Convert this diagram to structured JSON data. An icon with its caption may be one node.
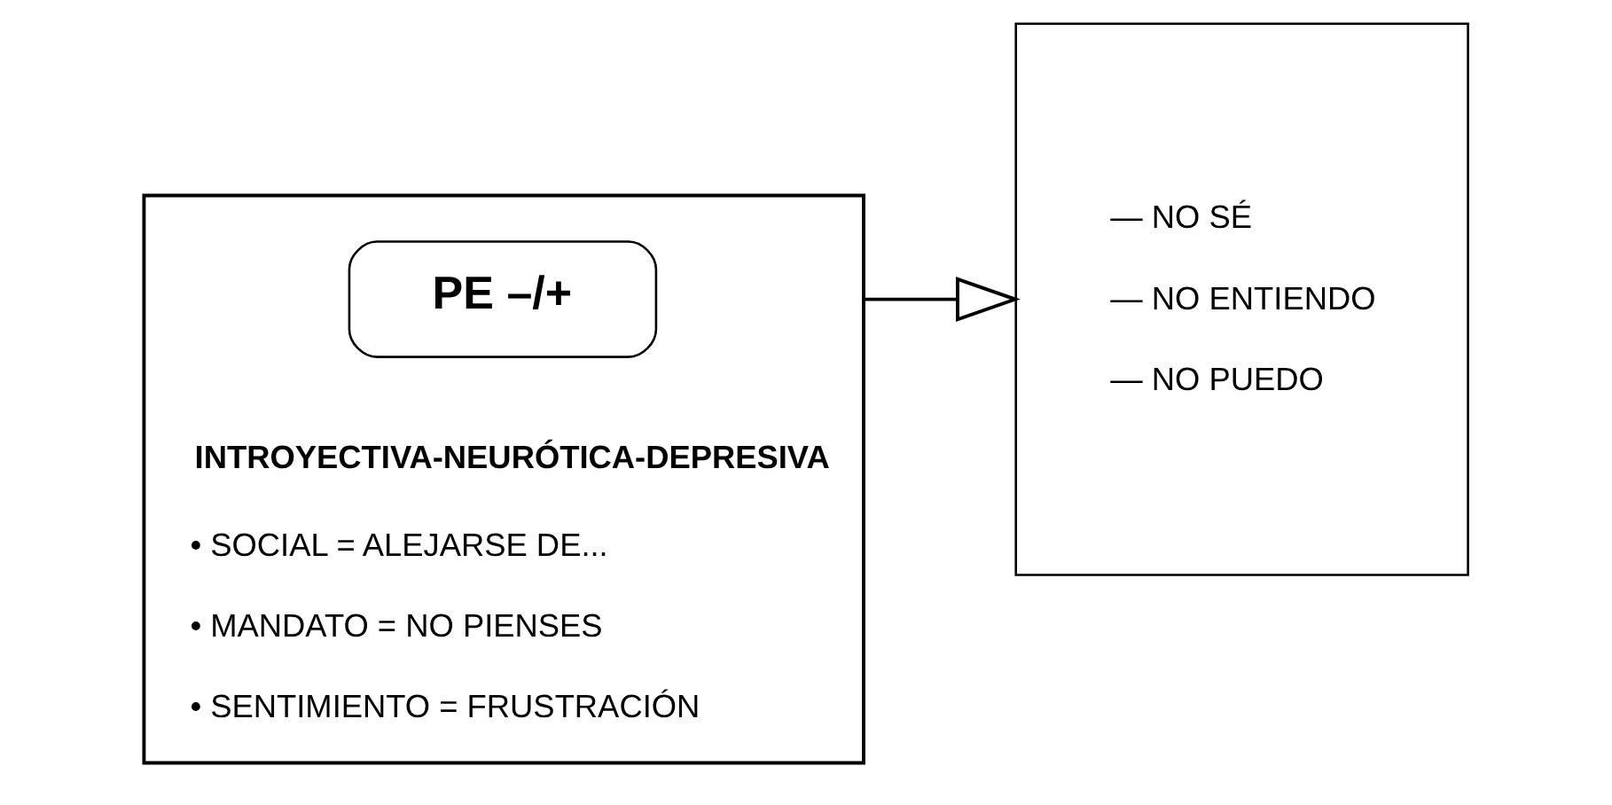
{
  "diagram": {
    "nodes": [
      {
        "text": [
          "INTROYECTIVA-NEURÓTICA-DEPRESIVA",
          "• SOCIAL = ALEJARSE DE...",
          "• MANDATO = NO PIENSES",
          "• SENTIMIENTO = FRUSTRACIÓN"
        ]
      },
      {
        "text": [
          "PE –/+"
        ],
        "in": 0
      },
      {
        "text": [
          "— NO SÉ",
          "— NO ENTIENDO",
          "— NO PUEDO"
        ]
      }
    ],
    "edges": [
      {
        "from": 0,
        "to": 2,
        "arrow": "to"
      }
    ]
  }
}
